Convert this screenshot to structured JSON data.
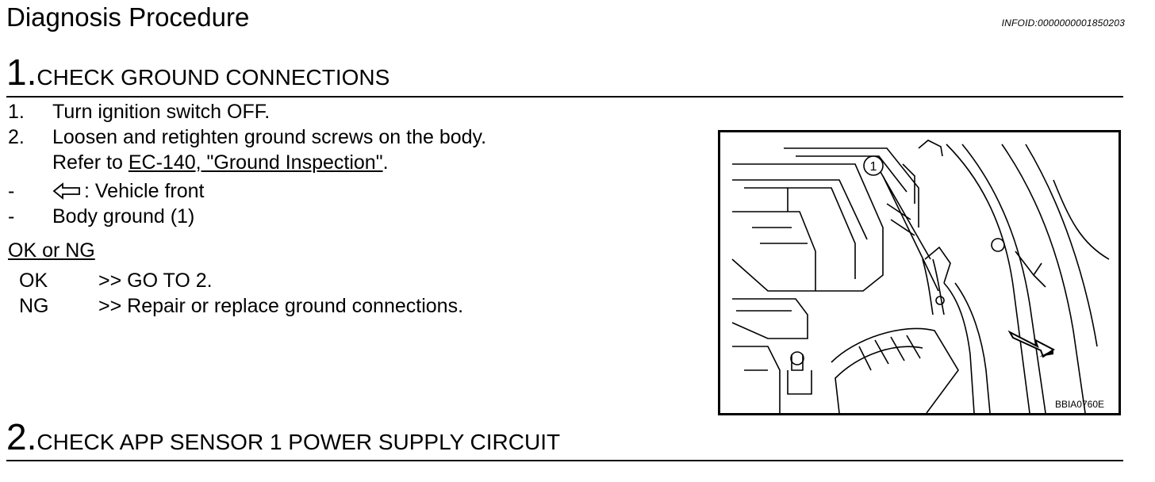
{
  "header": {
    "title": "Diagnosis Procedure",
    "info_id": "INFOID:0000000001850203"
  },
  "steps": [
    {
      "number": "1.",
      "title": "CHECK GROUND CONNECTIONS"
    },
    {
      "number": "2.",
      "title": "CHECK APP SENSOR 1 POWER SUPPLY CIRCUIT"
    }
  ],
  "step1": {
    "items": [
      {
        "marker": "1.",
        "text": "Turn ignition switch OFF."
      },
      {
        "marker": "2.",
        "text": "Loosen and retighten ground screws on the body."
      }
    ],
    "refer_prefix": "Refer to ",
    "refer_link": "EC-140, \"Ground Inspection\"",
    "refer_suffix": ".",
    "notes": [
      {
        "marker": "-",
        "text": ": Vehicle front",
        "icon": "arrow-left-icon"
      },
      {
        "marker": "-",
        "text": "Body ground (1)"
      }
    ],
    "result_heading": "OK or NG",
    "results": [
      {
        "key": "OK",
        "text": ">> GO TO 2."
      },
      {
        "key": "NG",
        "text": ">> Repair or replace ground connections."
      }
    ]
  },
  "figure": {
    "callout": "1",
    "figure_id": "BBIA0760E"
  }
}
